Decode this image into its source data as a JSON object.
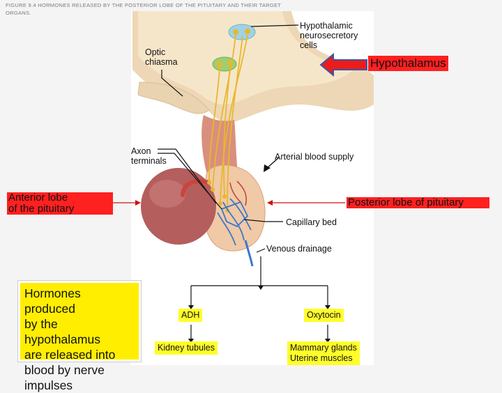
{
  "figure_title": "FIGURE 9.4 HORMONES RELEASED BY THE POSTERIOR LOBE OF THE PITUITARY AND THEIR TARGET ORGANS.",
  "labels": {
    "hypothalamic_cells": [
      "Hypothalamic",
      "neurosecretory",
      "cells"
    ],
    "optic_chiasma": [
      "Optic",
      "chiasma"
    ],
    "axon_terminals": [
      "Axon",
      "terminals"
    ],
    "arterial_supply": "Arterial blood supply",
    "capillary_bed": "Capillary bed",
    "venous_drainage": "Venous drainage"
  },
  "callouts": {
    "hypothalamus": "Hypothalamus",
    "anterior_lobe": [
      "Anterior lobe",
      "of the pituitary"
    ],
    "posterior_lobe": "Posterior lobe of pituitary"
  },
  "flowchart": {
    "adh": "ADH",
    "oxytocin": "Oxytocin",
    "kidney": "Kidney tubules",
    "mammary": [
      "Mammary glands",
      "Uterine muscles"
    ]
  },
  "note": [
    "Hormones produced",
    "by the hypothalamus",
    "are released into",
    "blood by nerve",
    "impulses"
  ],
  "colors": {
    "red_callout": "#ff2020",
    "yellow_label": "#fffd2a",
    "note_yellow": "#ffee00",
    "tissue_pink": "#d98f7e",
    "anterior_lobe": "#b45e5e",
    "nucleus_blue": "#9fd3e3",
    "nucleus_green": "#9ccf72",
    "axon_yellow": "#e8b72f",
    "capillary_blue": "#3a78c9"
  }
}
